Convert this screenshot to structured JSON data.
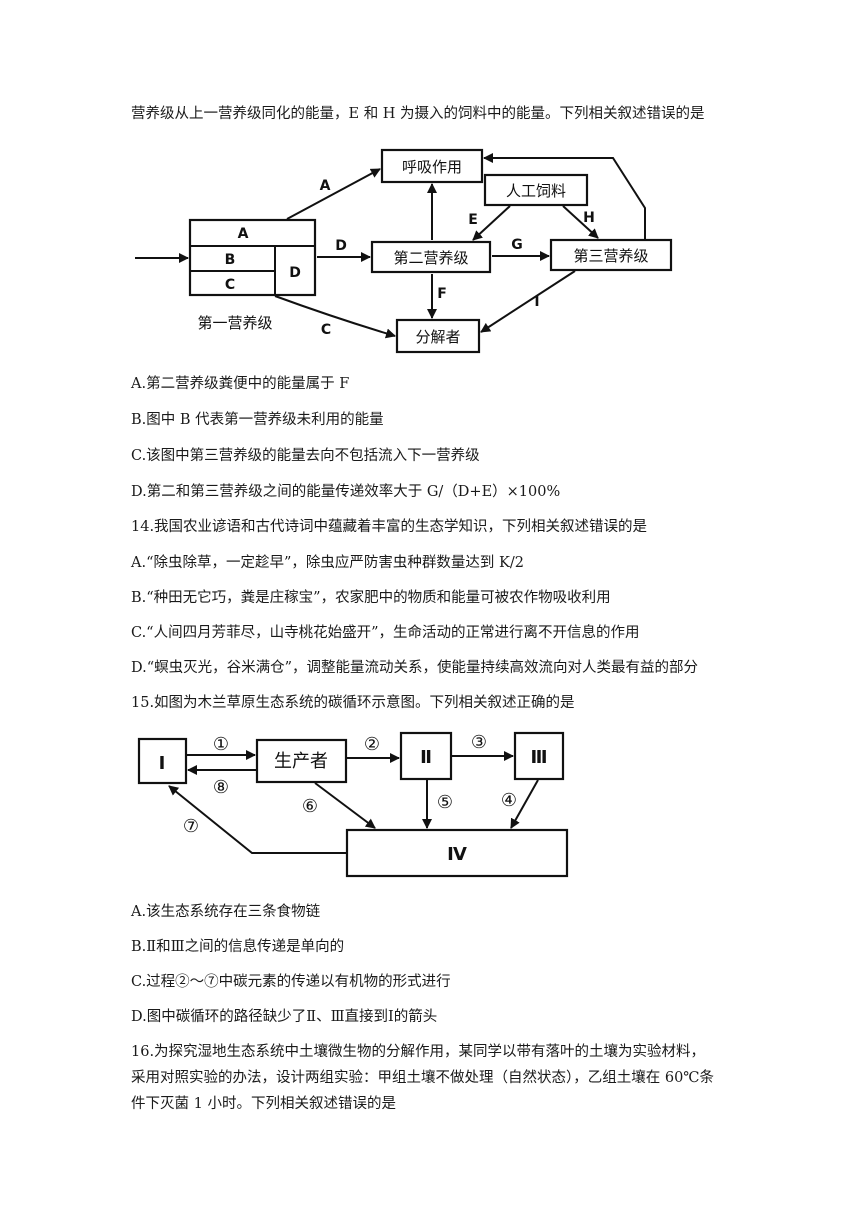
{
  "intro": "营养级从上一营养级同化的能量，E 和 H 为摄入的饲料中的能量。下列相关叙述错误的是",
  "fig1": {
    "respiration": "呼吸作用",
    "feed": "人工饲料",
    "second": "第二营养级",
    "third": "第三营养级",
    "decomposer": "分解者",
    "first": "第一营养级",
    "A": "A",
    "B": "B",
    "C": "C",
    "D": "D",
    "E": "E",
    "F": "F",
    "G": "G",
    "H": "H",
    "I": "I"
  },
  "q13": {
    "a": "A.第二营养级粪便中的能量属于 F",
    "b": "B.图中 B 代表第一营养级未利用的能量",
    "c": "C.该图中第三营养级的能量去向不包括流入下一营养级",
    "d": "D.第二和第三营养级之间的能量传递效率大于 G/（D+E）×100%"
  },
  "q14": {
    "stem": "14.我国农业谚语和古代诗词中蕴藏着丰富的生态学知识，下列相关叙述错误的是",
    "a": "A.“除虫除草，一定趁早”，除虫应严防害虫种群数量达到 K/2",
    "b": "B.“种田无它巧，粪是庄稼宝”，农家肥中的物质和能量可被农作物吸收利用",
    "c": "C.“人间四月芳菲尽，山寺桃花始盛开”，生命活动的正常进行离不开信息的作用",
    "d": "D.“螟虫灭光，谷米满仓”，调整能量流动关系，使能量持续高效流向对人类最有益的部分"
  },
  "q15": {
    "stem": "15.如图为木兰草原生态系统的碳循环示意图。下列相关叙述正确的是",
    "a": "A.该生态系统存在三条食物链",
    "b": "B.Ⅱ和Ⅲ之间的信息传递是单向的",
    "c": "C.过程②～⑦中碳元素的传递以有机物的形式进行",
    "d": "D.图中碳循环的路径缺少了Ⅱ、Ⅲ直接到Ⅰ的箭头"
  },
  "fig2": {
    "I": "Ⅰ",
    "producer": "生产者",
    "II": "Ⅱ",
    "III": "Ⅲ",
    "IV": "Ⅳ",
    "n1": "①",
    "n2": "②",
    "n3": "③",
    "n4": "④",
    "n5": "⑤",
    "n6": "⑥",
    "n7": "⑦",
    "n8": "⑧"
  },
  "q16": {
    "l1": "16.为探究湿地生态系统中土壤微生物的分解作用，某同学以带有落叶的土壤为实验材料，",
    "l2": "采用对照实验的办法，设计两组实验：甲组土壤不做处理（自然状态），乙组土壤在 60℃条",
    "l3": "件下灭菌 1 小时。下列相关叙述错误的是"
  }
}
